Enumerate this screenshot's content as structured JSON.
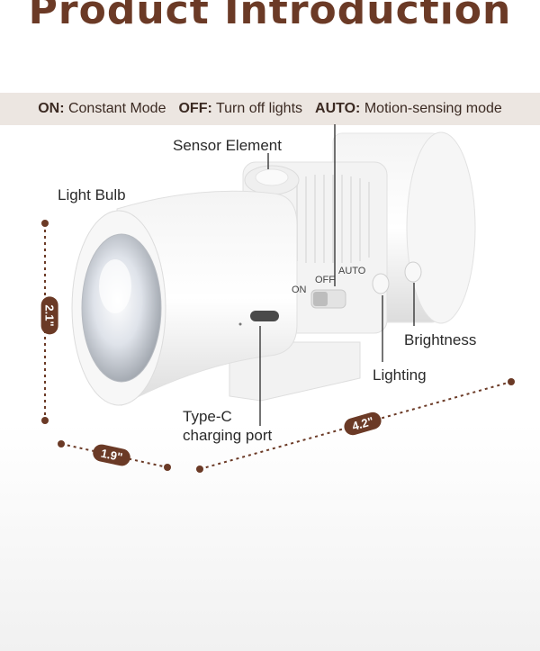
{
  "title": "Product Introduction",
  "modes": [
    {
      "key": "ON:",
      "desc": "Constant Mode"
    },
    {
      "key": "OFF:",
      "desc": "Turn off lights"
    },
    {
      "key": "AUTO:",
      "desc": "Motion-sensing mode"
    }
  ],
  "labels": {
    "sensor": "Sensor Element",
    "bulb": "Light Bulb",
    "brightness": "Brightness",
    "lighting": "Lighting",
    "typec_line1": "Type-C",
    "typec_line2": "charging port"
  },
  "switch": {
    "on": "ON",
    "off": "OFF",
    "auto": "AUTO"
  },
  "dimensions": {
    "height": "2.1\"",
    "depth": "1.9\"",
    "length": "4.2\""
  },
  "colors": {
    "accent": "#6b3a26",
    "band": "#ece6e1"
  }
}
